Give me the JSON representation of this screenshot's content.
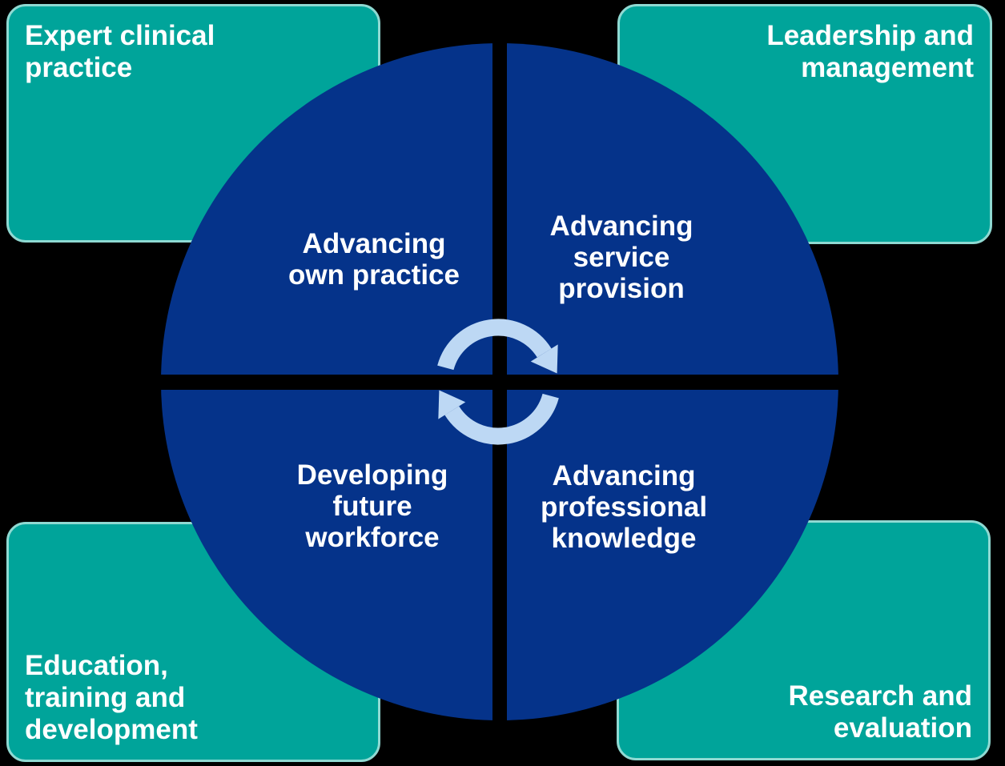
{
  "diagram": {
    "pillars": [
      {
        "position": "top-left",
        "label": "Expert clinical\npractice"
      },
      {
        "position": "top-right",
        "label": "Leadership and\nmanagement"
      },
      {
        "position": "bottom-left",
        "label": "Education,\ntraining and\ndevelopment"
      },
      {
        "position": "bottom-right",
        "label": "Research and\nevaluation"
      }
    ],
    "quadrants": [
      {
        "position": "top-left",
        "label": "Advancing\nown practice"
      },
      {
        "position": "top-right",
        "label": "Advancing\nservice\nprovision"
      },
      {
        "position": "bottom-left",
        "label": "Developing\nfuture\nworkforce"
      },
      {
        "position": "bottom-right",
        "label": "Advancing\nprofessional\nknowledge"
      }
    ],
    "center_icon": "cycle-arrows-icon",
    "colors": {
      "background": "#000000",
      "pillar_card": "#00A49A",
      "pillar_card_border": "#8FD9D2",
      "circle": "#05338A",
      "cycle_arrows": "#BDD8F4",
      "text": "#FFFFFF"
    }
  }
}
